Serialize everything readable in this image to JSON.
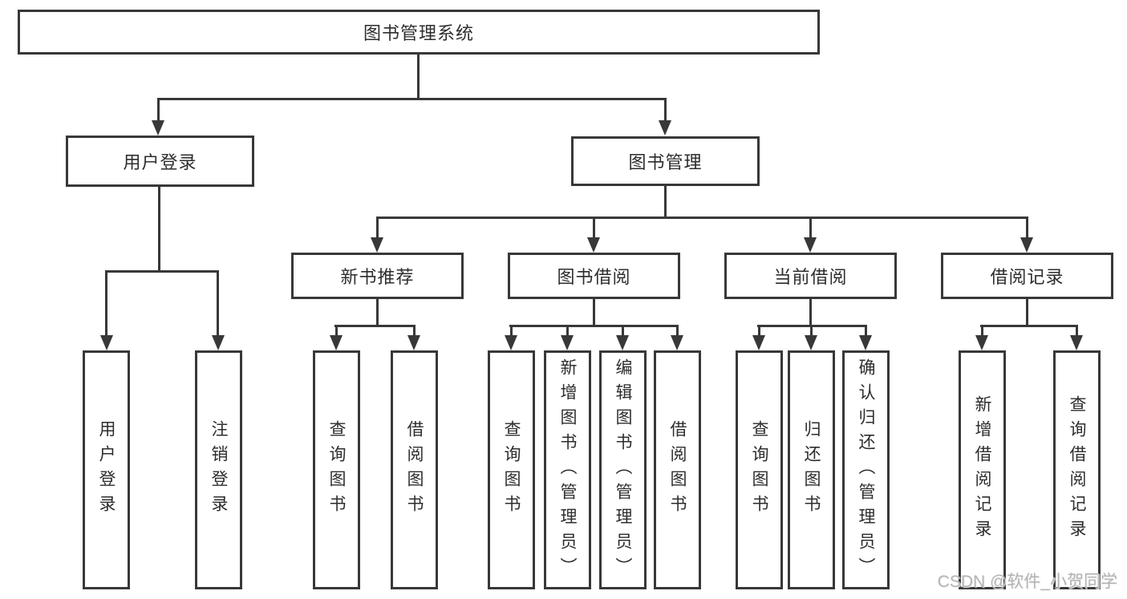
{
  "diagram": {
    "title": "图书管理系统",
    "tree": {
      "root": {
        "label": "图书管理系统",
        "children": [
          {
            "label": "用户登录",
            "children": [
              {
                "label": "用户登录"
              },
              {
                "label": "注销登录"
              }
            ]
          },
          {
            "label": "图书管理",
            "children": [
              {
                "label": "新书推荐",
                "children": [
                  {
                    "label": "查询图书"
                  },
                  {
                    "label": "借阅图书"
                  }
                ]
              },
              {
                "label": "图书借阅",
                "children": [
                  {
                    "label": "查询图书"
                  },
                  {
                    "label": "新增图书（管理员）"
                  },
                  {
                    "label": "编辑图书（管理员）"
                  },
                  {
                    "label": "借阅图书"
                  }
                ]
              },
              {
                "label": "当前借阅",
                "children": [
                  {
                    "label": "查询图书"
                  },
                  {
                    "label": "归还图书"
                  },
                  {
                    "label": "确认归还（管理员）"
                  }
                ]
              },
              {
                "label": "借阅记录",
                "children": [
                  {
                    "label": "新增借阅记录"
                  },
                  {
                    "label": "查询借阅记录"
                  }
                ]
              }
            ]
          }
        ]
      }
    },
    "colors": {
      "line": "#383838",
      "text": "#2d2d2d",
      "background": "#ffffff",
      "watermark": "#b3b3b3"
    }
  },
  "watermark": {
    "text": "CSDN @软件_小贺同学"
  }
}
